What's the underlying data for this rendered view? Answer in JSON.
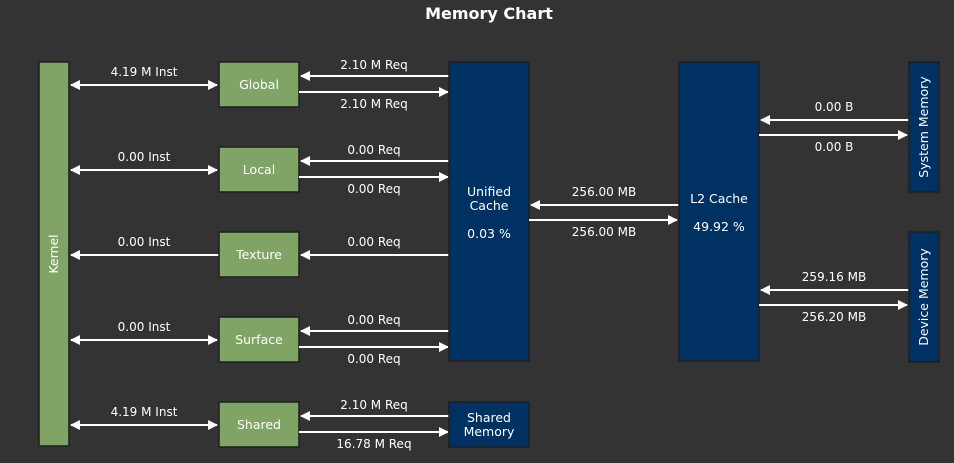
{
  "title": "Memory Chart",
  "kernel": {
    "label": "Kernel"
  },
  "units": [
    {
      "name": "Global",
      "inst": "4.19 M Inst",
      "req_in": "2.10 M Req",
      "req_out": "2.10 M Req"
    },
    {
      "name": "Local",
      "inst": "0.00 Inst",
      "req_in": "0.00 Req",
      "req_out": "0.00 Req"
    },
    {
      "name": "Texture",
      "inst": "0.00 Inst",
      "req_in": "0.00 Req"
    },
    {
      "name": "Surface",
      "inst": "0.00 Inst",
      "req_in": "0.00 Req",
      "req_out": "0.00 Req"
    },
    {
      "name": "Shared",
      "inst": "4.19 M Inst",
      "req_in": "2.10 M Req",
      "req_out": "16.78 M Req"
    }
  ],
  "unified_cache": {
    "label_line1": "Unified",
    "label_line2": "Cache",
    "hit_rate": "0.03 %"
  },
  "shared_memory": {
    "label_line1": "Shared",
    "label_line2": "Memory"
  },
  "l2_cache": {
    "label": "L2 Cache",
    "hit_rate": "49.92 %"
  },
  "unified_l2_link": {
    "to_l1": "256.00 MB",
    "to_l2": "256.00 MB"
  },
  "system_memory": {
    "label": "System Memory",
    "read": "0.00 B",
    "write": "0.00 B"
  },
  "device_memory": {
    "label": "Device Memory",
    "read": "259.16 MB",
    "write": "256.20 MB"
  }
}
